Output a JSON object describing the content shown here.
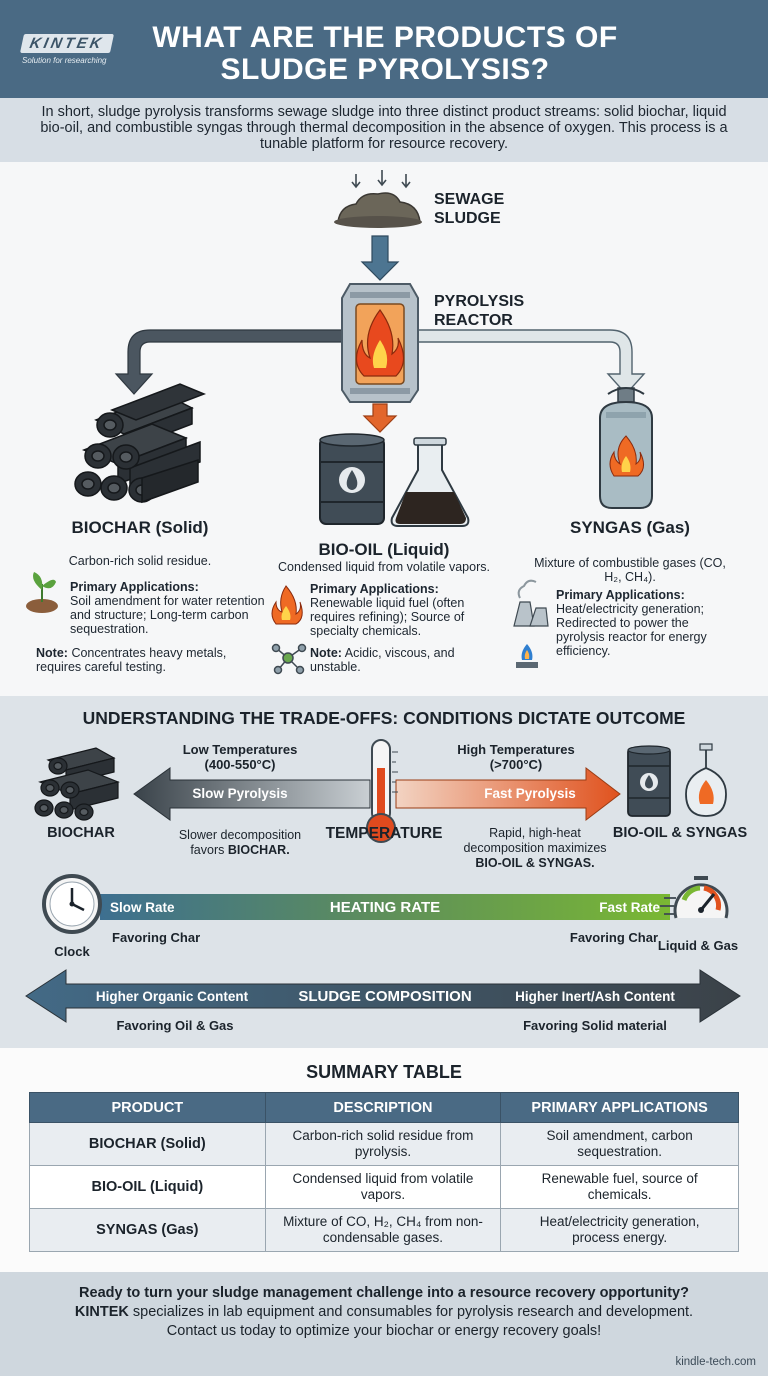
{
  "brand": {
    "logo": "KINTEK",
    "tagline": "Solution for researching",
    "url": "kindle-tech.com"
  },
  "header": {
    "title": "WHAT ARE THE PRODUCTS OF SLUDGE PYROLYSIS?"
  },
  "intro": "In short, sludge pyrolysis transforms sewage sludge into three distinct product streams: solid biochar, liquid bio-oil, and combustible syngas through thermal decomposition in the absence of oxygen. This process is a tunable platform for resource recovery.",
  "flow": {
    "input_line1": "SEWAGE",
    "input_line2": "SLUDGE",
    "reactor_line1": "PYROLYSIS",
    "reactor_line2": "REACTOR",
    "biochar": {
      "title": "BIOCHAR (Solid)",
      "desc": "Carbon-rich solid residue.",
      "app_label": "Primary Applications:",
      "app_text": "Soil amendment for water retention and structure; Long-term carbon sequestration.",
      "note_label": "Note:",
      "note_text": "Concentrates heavy metals, requires careful testing."
    },
    "biooil": {
      "title": "BIO-OIL (Liquid)",
      "desc": "Condensed liquid from volatile vapors.",
      "app_label": "Primary Applications:",
      "app_text": "Renewable liquid fuel (often requires refining); Source of specialty chemicals.",
      "note_label": "Note:",
      "note_text": "Acidic, viscous, and unstable."
    },
    "syngas": {
      "title": "SYNGAS (Gas)",
      "desc": "Mixture of combustible gases (CO, H₂, CH₄).",
      "app_label": "Primary Applications:",
      "app_text": "Heat/electricity generation; Redirected to power the pyrolysis reactor for energy efficiency."
    }
  },
  "tradeoffs": {
    "title": "UNDERSTANDING THE TRADE-OFFS: CONDITIONS DICTATE OUTCOME",
    "low_temp_l1": "Low Temperatures",
    "low_temp_l2": "(400-550°C)",
    "high_temp_l1": "High Temperatures",
    "high_temp_l2": "(>700°C)",
    "slow_pyrolysis": "Slow Pyrolysis",
    "fast_pyrolysis": "Fast Pyrolysis",
    "temperature": "TEMPERATURE",
    "biochar": "BIOCHAR",
    "biooil_syngas": "BIO-OIL & SYNGAS",
    "slow_caption_l1": "Slower decomposition",
    "slow_caption_pre": "favors",
    "slow_caption_bold": "BIOCHAR.",
    "fast_caption_l1": "Rapid, high-heat",
    "fast_caption_l2": "decomposition maximizes",
    "fast_caption_bold": "BIO-OIL & SYNGAS.",
    "clock": "Clock",
    "slow_rate": "Slow Rate",
    "heating_rate": "HEATING RATE",
    "fast_rate": "Fast Rate",
    "favoring_char_left": "Favoring Char",
    "favoring_char_right": "Favoring Char",
    "liquid_gas": "Liquid & Gas",
    "higher_organic": "Higher Organic Content",
    "sludge_composition": "SLUDGE COMPOSITION",
    "higher_inert": "Higher Inert/Ash Content",
    "favoring_oil_gas": "Favoring Oil & Gas",
    "favoring_solid": "Favoring Solid material"
  },
  "summary": {
    "title": "SUMMARY TABLE",
    "headers": [
      "PRODUCT",
      "DESCRIPTION",
      "PRIMARY APPLICATIONS"
    ],
    "rows": [
      [
        "BIOCHAR (Solid)",
        "Carbon-rich solid residue from pyrolysis.",
        "Soil amendment, carbon sequestration."
      ],
      [
        "BIO-OIL (Liquid)",
        "Condensed liquid from volatile vapors.",
        "Renewable fuel, source of chemicals."
      ],
      [
        "SYNGAS (Gas)",
        "Mixture of CO, H₂, CH₄ from non-condensable gases.",
        "Heat/electricity generation, process energy."
      ]
    ]
  },
  "footer": {
    "line1": "Ready to turn your sludge management challenge into a resource recovery opportunity?",
    "line2_bold": "KINTEK",
    "line2_rest": "specializes in lab equipment and consumables for pyrolysis research and development.",
    "line3": "Contact us today to optimize your biochar or energy recovery goals!"
  },
  "colors": {
    "header": "#4a6a84",
    "arrow_dark": "#3f4a52",
    "arrow_orange": "#e05a2a",
    "reactor_fire": "#f07a1e"
  }
}
